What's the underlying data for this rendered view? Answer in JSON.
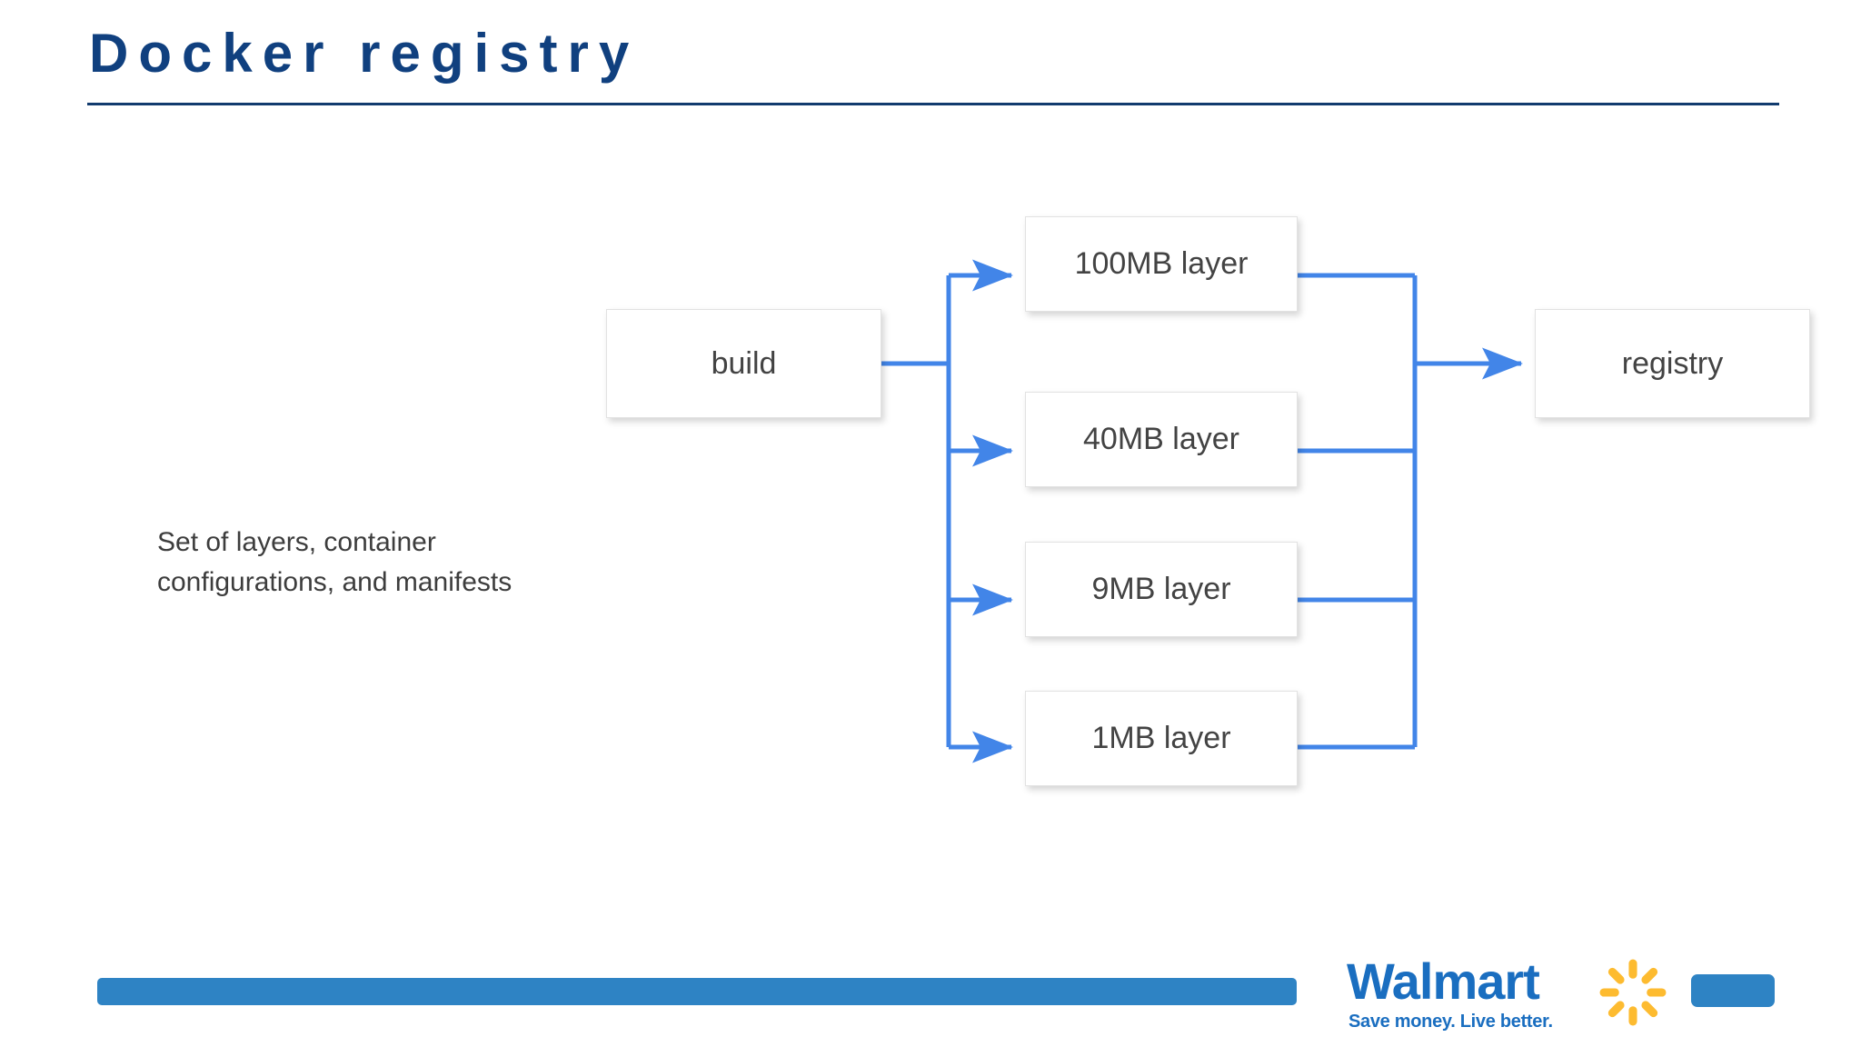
{
  "slide": {
    "title": "Docker registry",
    "rule_color": "#123b6e",
    "title_color": "#10407f",
    "background": "#ffffff"
  },
  "caption": {
    "lines": [
      "Set of layers, container",
      "configurations, and manifests"
    ],
    "color": "#3d3d3d"
  },
  "diagram": {
    "connector_color": "#4285e8",
    "node_fill": "#ffffff",
    "node_border": "#e2e2e2",
    "node_text_color": "#434343",
    "source": {
      "label": "build"
    },
    "destination": {
      "label": "registry"
    },
    "layers": [
      {
        "label": "100MB layer",
        "size_mb": 100
      },
      {
        "label": "40MB layer",
        "size_mb": 40
      },
      {
        "label": "9MB layer",
        "size_mb": 9
      },
      {
        "label": "1MB layer",
        "size_mb": 1
      }
    ]
  },
  "footer": {
    "bar_color": "#2e83c4",
    "accent_color": "#2e83c4",
    "logo": {
      "wordmark": "Walmart",
      "tagline": "Save money. Live better.",
      "wordmark_color": "#1a6ec0",
      "spark_color": "#fdbb30",
      "spark_icon": "walmart-spark-icon"
    }
  }
}
